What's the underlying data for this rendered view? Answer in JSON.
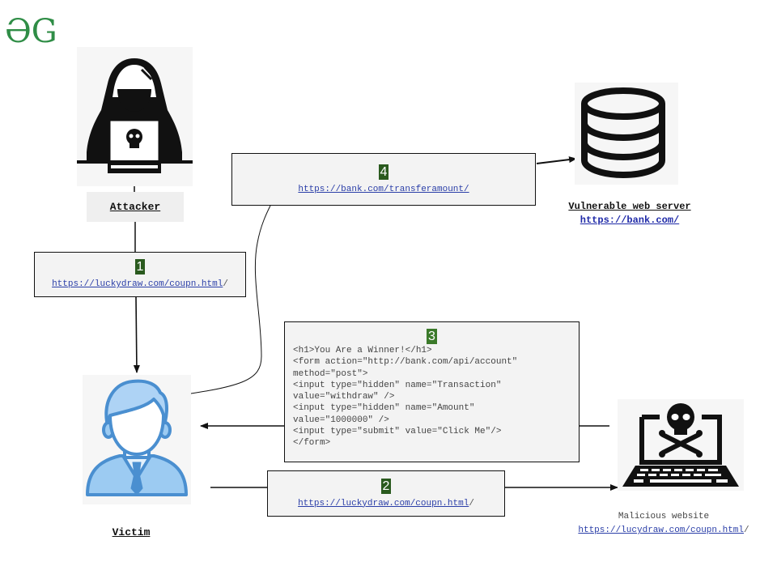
{
  "logo": {
    "text": "ƏG",
    "color": "#2f8d46"
  },
  "nodes": {
    "attacker": {
      "label": "Attacker",
      "icon": "hacker-icon"
    },
    "victim": {
      "label": "Victim",
      "icon": "user-icon"
    },
    "server": {
      "title": "Vulnerable web server",
      "url": "https://bank.com/",
      "icon": "database-icon"
    },
    "malicious": {
      "title": "Malicious website",
      "url": "https://lucydraw.com/coupn.html",
      "trailing": "/",
      "icon": "skull-laptop-icon"
    }
  },
  "steps": [
    {
      "number": "1",
      "url": "https://luckydraw.com/coupn.html",
      "trailing": "/"
    },
    {
      "number": "2",
      "url": "https://luckydraw.com/coupn.html",
      "trailing": "/"
    },
    {
      "number": "3",
      "code_lines": [
        "<h1>You Are a Winner!</h1>",
        "<form action=\"http://bank.com/api/account\"",
        "method=\"post\">",
        "<input type=\"hidden\" name=\"Transaction\"",
        "value=\"withdraw\" />",
        "<input type=\"hidden\" name=\"Amount\"",
        "value=\"1000000\" />",
        "<input type=\"submit\" value=\"Click Me\"/>",
        "</form>"
      ]
    },
    {
      "number": "4",
      "url": "https://bank.com/transferamount/",
      "trailing": ""
    }
  ],
  "colors": {
    "badge": "#2a5a1e",
    "link": "#2a3ea8",
    "victim_blue": "#5b9bd5",
    "victim_light": "#aed3f5"
  }
}
